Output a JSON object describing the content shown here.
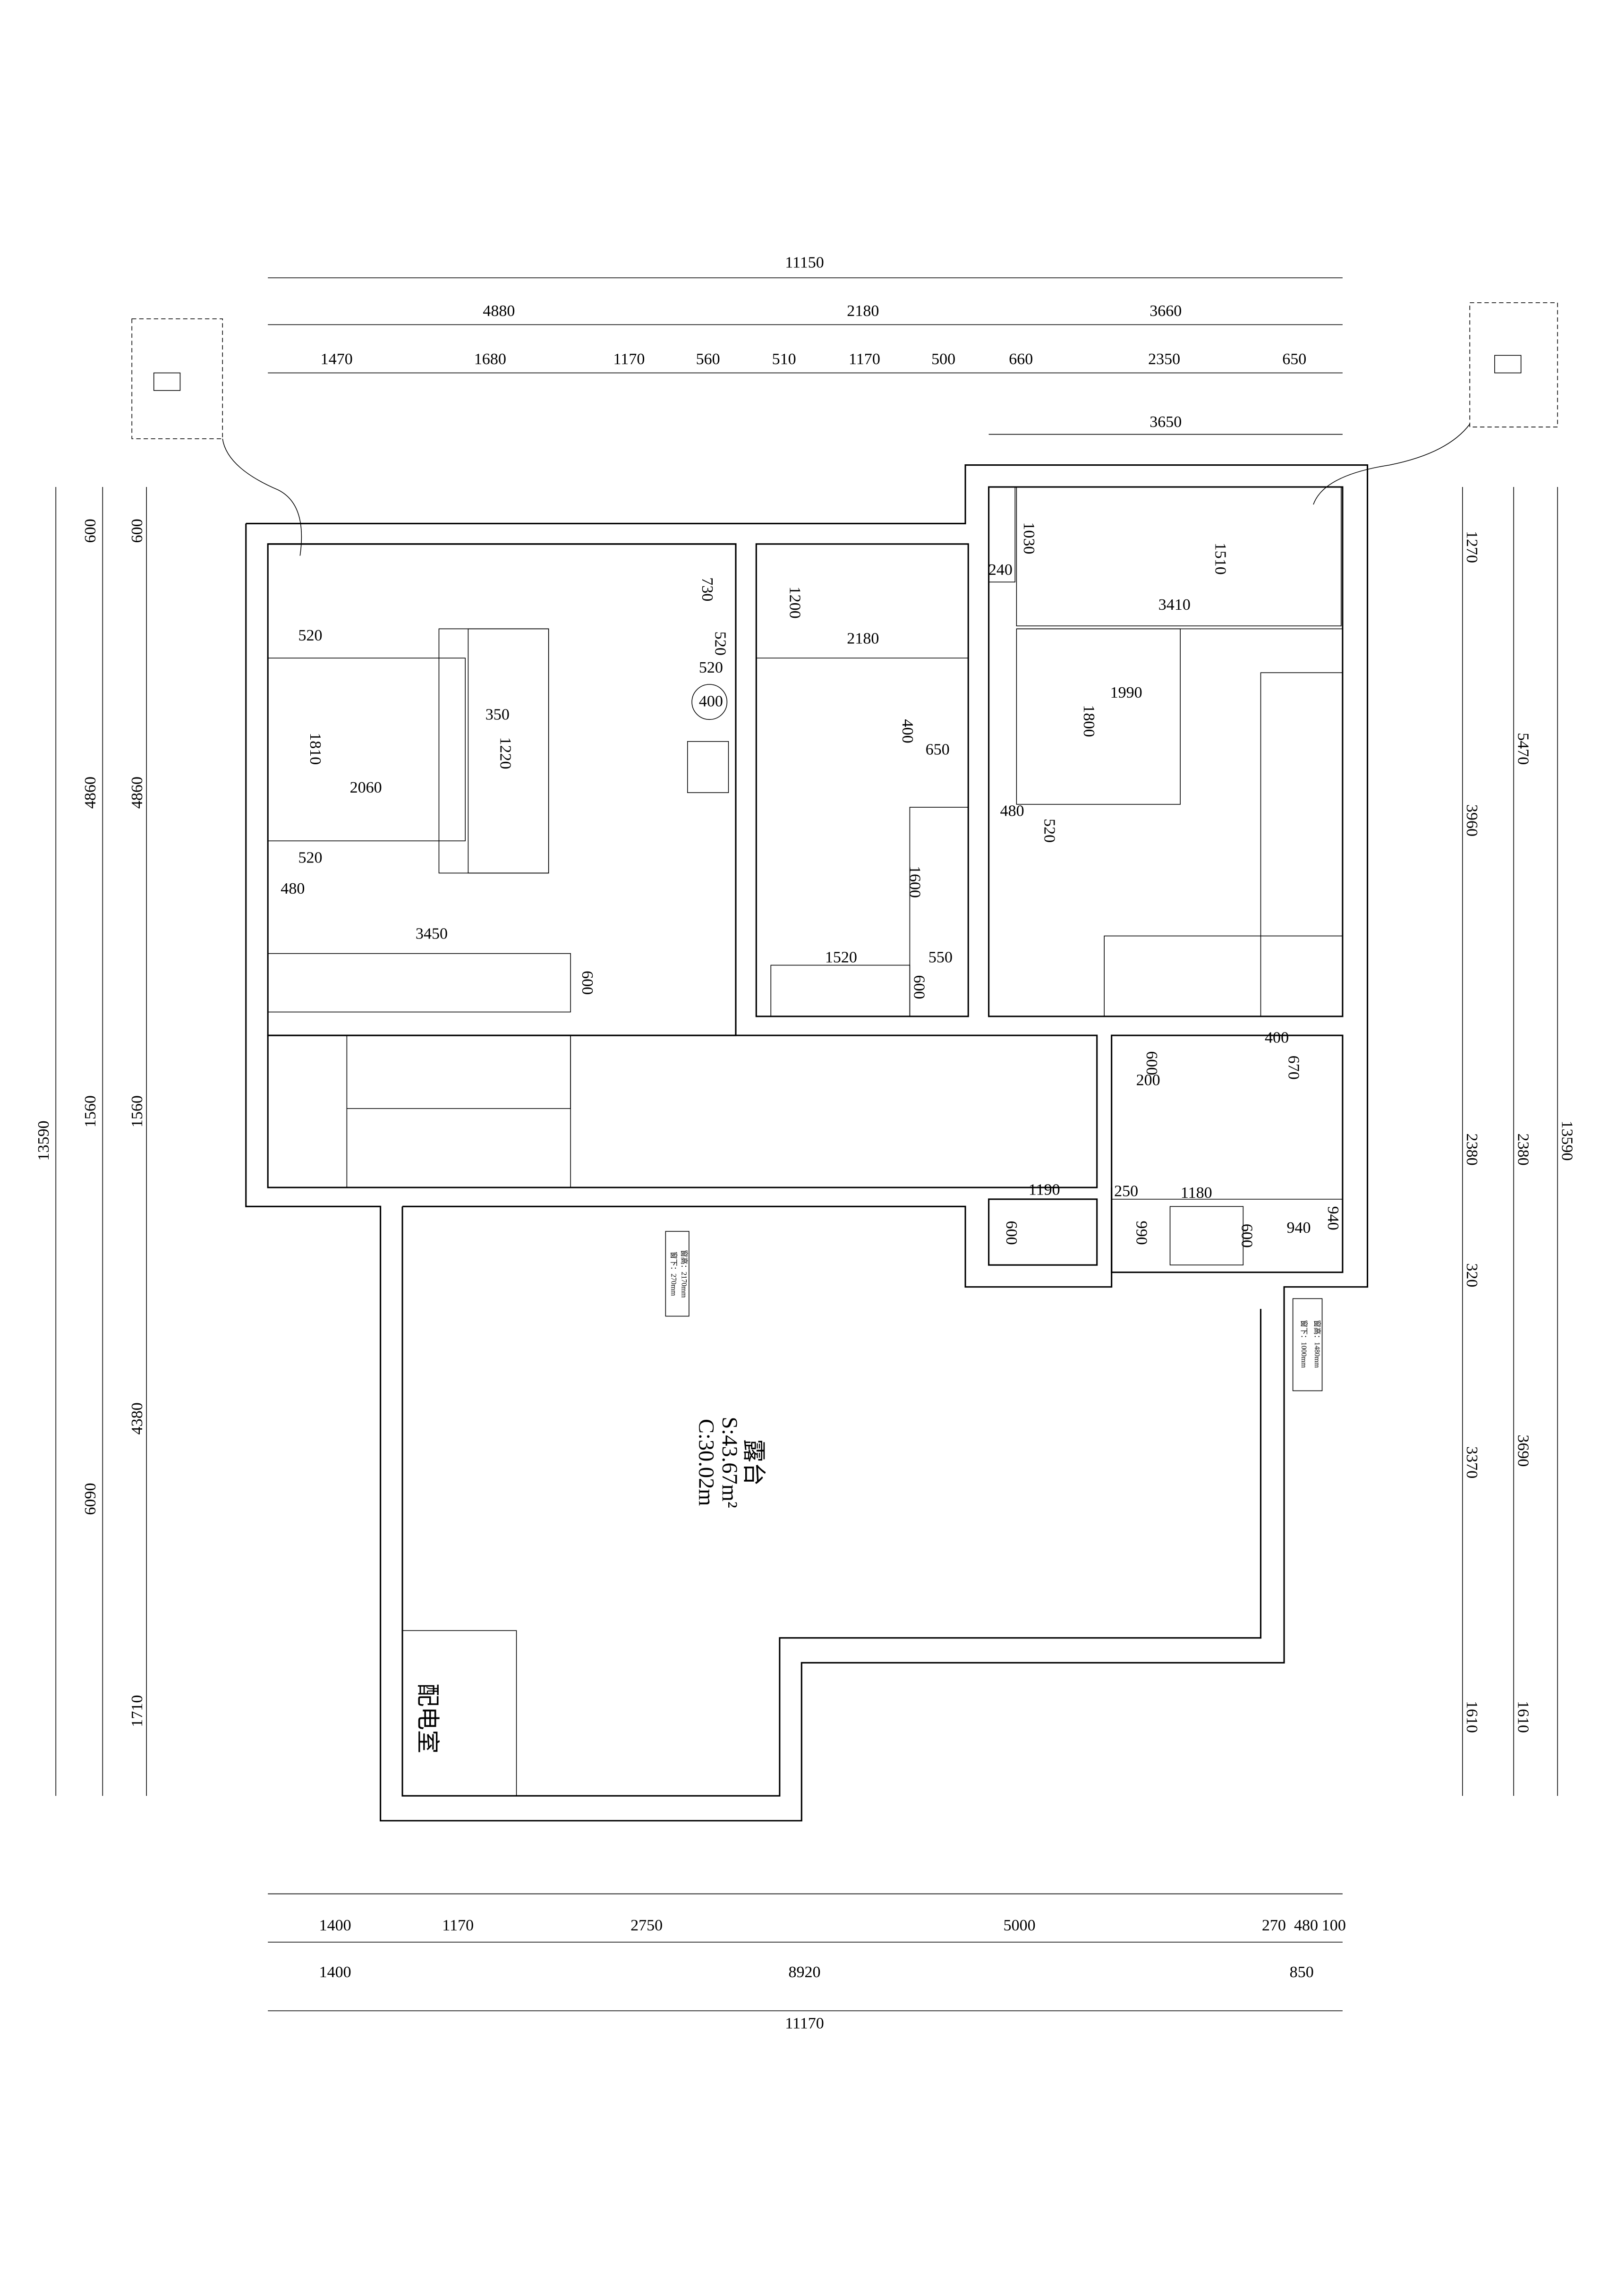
{
  "dims": {
    "top": [
      "11150",
      "4880",
      "2180",
      "3660",
      "1470",
      "1680",
      "1170",
      "560",
      "510",
      "1170",
      "500",
      "660",
      "2350",
      "650",
      "3650"
    ],
    "bottom": [
      "1400",
      "1170",
      "2750",
      "5000",
      "270",
      "480",
      "100",
      "1400",
      "8920",
      "850",
      "11170"
    ],
    "left": [
      "13590",
      "600",
      "4860",
      "1560",
      "6090",
      "600",
      "4860",
      "1560",
      "4380",
      "1710"
    ],
    "right": [
      "1270",
      "3960",
      "2380",
      "320",
      "3370",
      "1610",
      "5470",
      "2380",
      "3690",
      "1610",
      "13590"
    ],
    "interior": [
      "520",
      "520",
      "1810",
      "2060",
      "350",
      "1220",
      "730",
      "520",
      "520",
      "400",
      "480",
      "3450",
      "600",
      "1200",
      "2180",
      "400",
      "650",
      "1600",
      "1520",
      "550",
      "600",
      "240",
      "1030",
      "1510",
      "3410",
      "1990",
      "1800",
      "480",
      "520",
      "600",
      "200",
      "400",
      "670",
      "1190",
      "600",
      "250",
      "990",
      "1180",
      "600",
      "940",
      "940"
    ]
  },
  "rooms": {
    "terrace": {
      "name": "露台",
      "area": "S:43.67m²",
      "perimeter": "C:30.02m"
    },
    "electrical_room": "配电室"
  },
  "window_notes": [
    {
      "height": "窗高：2170mm",
      "sill": "窗下：270mm"
    },
    {
      "height": "窗高：1480mm",
      "sill": "窗下：1000mm"
    }
  ]
}
